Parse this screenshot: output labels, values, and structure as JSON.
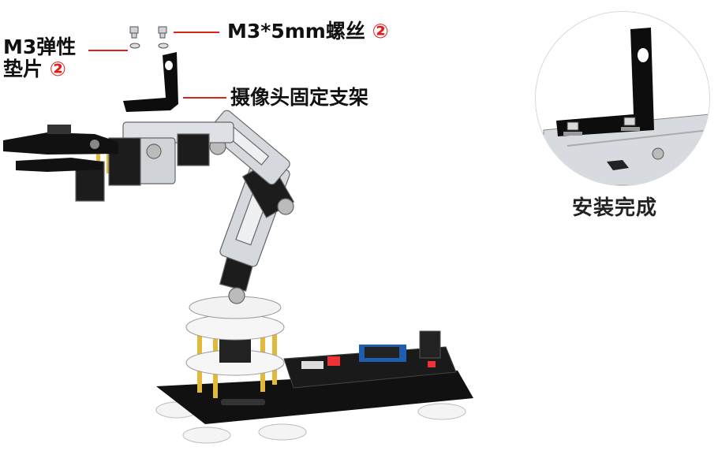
{
  "labels": {
    "screw": {
      "text": "M3*5mm螺丝",
      "qty": "②"
    },
    "washer": {
      "line1": "M3弹性",
      "line2": "垫片",
      "qty": "②"
    },
    "bracket": {
      "text": "摄像头固定支架"
    }
  },
  "inset": {
    "caption": "安装完成"
  },
  "colors": {
    "leader": "#d9261c",
    "qty_circle": "#e0201a",
    "bracket": "#111111",
    "metal": "#cfd3d8"
  }
}
